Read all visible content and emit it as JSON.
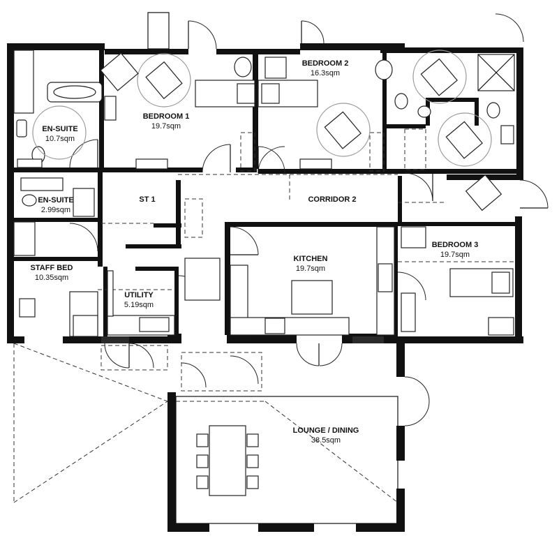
{
  "rooms": {
    "ensuite_1": {
      "name": "EN-SUITE",
      "area": "10.7sqm"
    },
    "bedroom_1": {
      "name": "BEDROOM 1",
      "area": "19.7sqm"
    },
    "bedroom_2": {
      "name": "BEDROOM 2",
      "area": "16.3sqm"
    },
    "ensuite_2": {
      "name": "EN-SUITE",
      "area": "2.99sqm"
    },
    "st_1": {
      "name": "ST 1"
    },
    "corridor_2": {
      "name": "CORRIDOR 2"
    },
    "bedroom_3": {
      "name": "BEDROOM 3",
      "area": "19.7sqm"
    },
    "staff_bed": {
      "name": "STAFF BED",
      "area": "10.35sqm"
    },
    "kitchen": {
      "name": "KITCHEN",
      "area": "19.7sqm"
    },
    "utility": {
      "name": "UTILITY",
      "area": "5.19sqm"
    },
    "lounge_dining": {
      "name": "LOUNGE / DINING",
      "area": "38.5sqm"
    }
  },
  "colors": {
    "wall": "#111111",
    "furniture_outline": "#222222",
    "turning_circle": "#999999"
  }
}
